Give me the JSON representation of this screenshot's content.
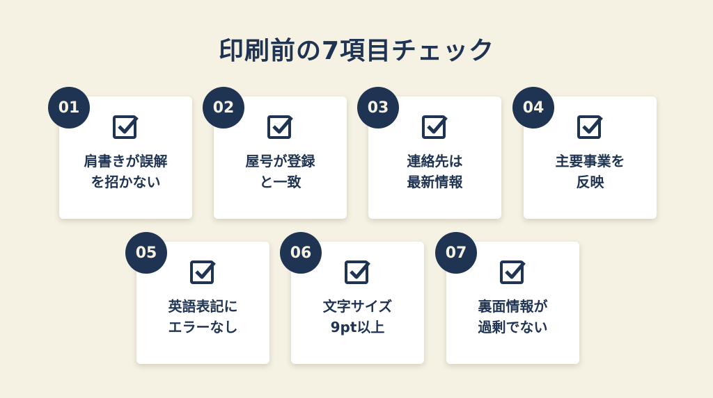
{
  "title": "印刷前の7項目チェック",
  "items": [
    {
      "num": "01",
      "line1": "肩書きが誤解",
      "line2": "を招かない"
    },
    {
      "num": "02",
      "line1": "屋号が登録",
      "line2": "と一致"
    },
    {
      "num": "03",
      "line1": "連絡先は",
      "line2": "最新情報"
    },
    {
      "num": "04",
      "line1": "主要事業を",
      "line2": "反映"
    },
    {
      "num": "05",
      "line1": "英語表記に",
      "line2": "エラーなし"
    },
    {
      "num": "06",
      "line1": "文字サイズ",
      "line2": "9pt以上"
    },
    {
      "num": "07",
      "line1": "裏面情報が",
      "line2": "過剰でない"
    }
  ]
}
